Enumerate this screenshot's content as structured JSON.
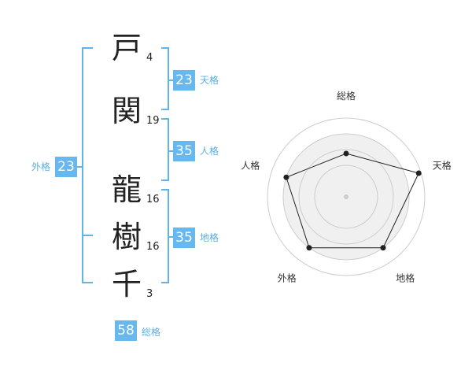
{
  "name": {
    "characters": [
      {
        "char": "戸",
        "strokes": "4"
      },
      {
        "char": "関",
        "strokes": "19"
      },
      {
        "char": "龍",
        "strokes": "16"
      },
      {
        "char": "樹",
        "strokes": "16"
      },
      {
        "char": "千",
        "strokes": "3"
      }
    ]
  },
  "fortunes": {
    "tenkaku": {
      "value": "23",
      "label": "天格"
    },
    "jinkaku": {
      "value": "35",
      "label": "人格"
    },
    "chikaku": {
      "value": "35",
      "label": "地格"
    },
    "gaikaku": {
      "value": "23",
      "label": "外格"
    },
    "soukaku": {
      "value": "58",
      "label": "総格"
    }
  },
  "chart_data": {
    "type": "radar",
    "axes": [
      "総格",
      "天格",
      "地格",
      "外格",
      "人格"
    ],
    "values": [
      0.55,
      0.97,
      0.8,
      0.8,
      0.8
    ],
    "range": [
      0,
      1
    ],
    "rings": 4,
    "colors": {
      "fill": "#f0f0f0",
      "line": "#222222",
      "grid": "#cccccc",
      "center": "#cccccc"
    }
  }
}
